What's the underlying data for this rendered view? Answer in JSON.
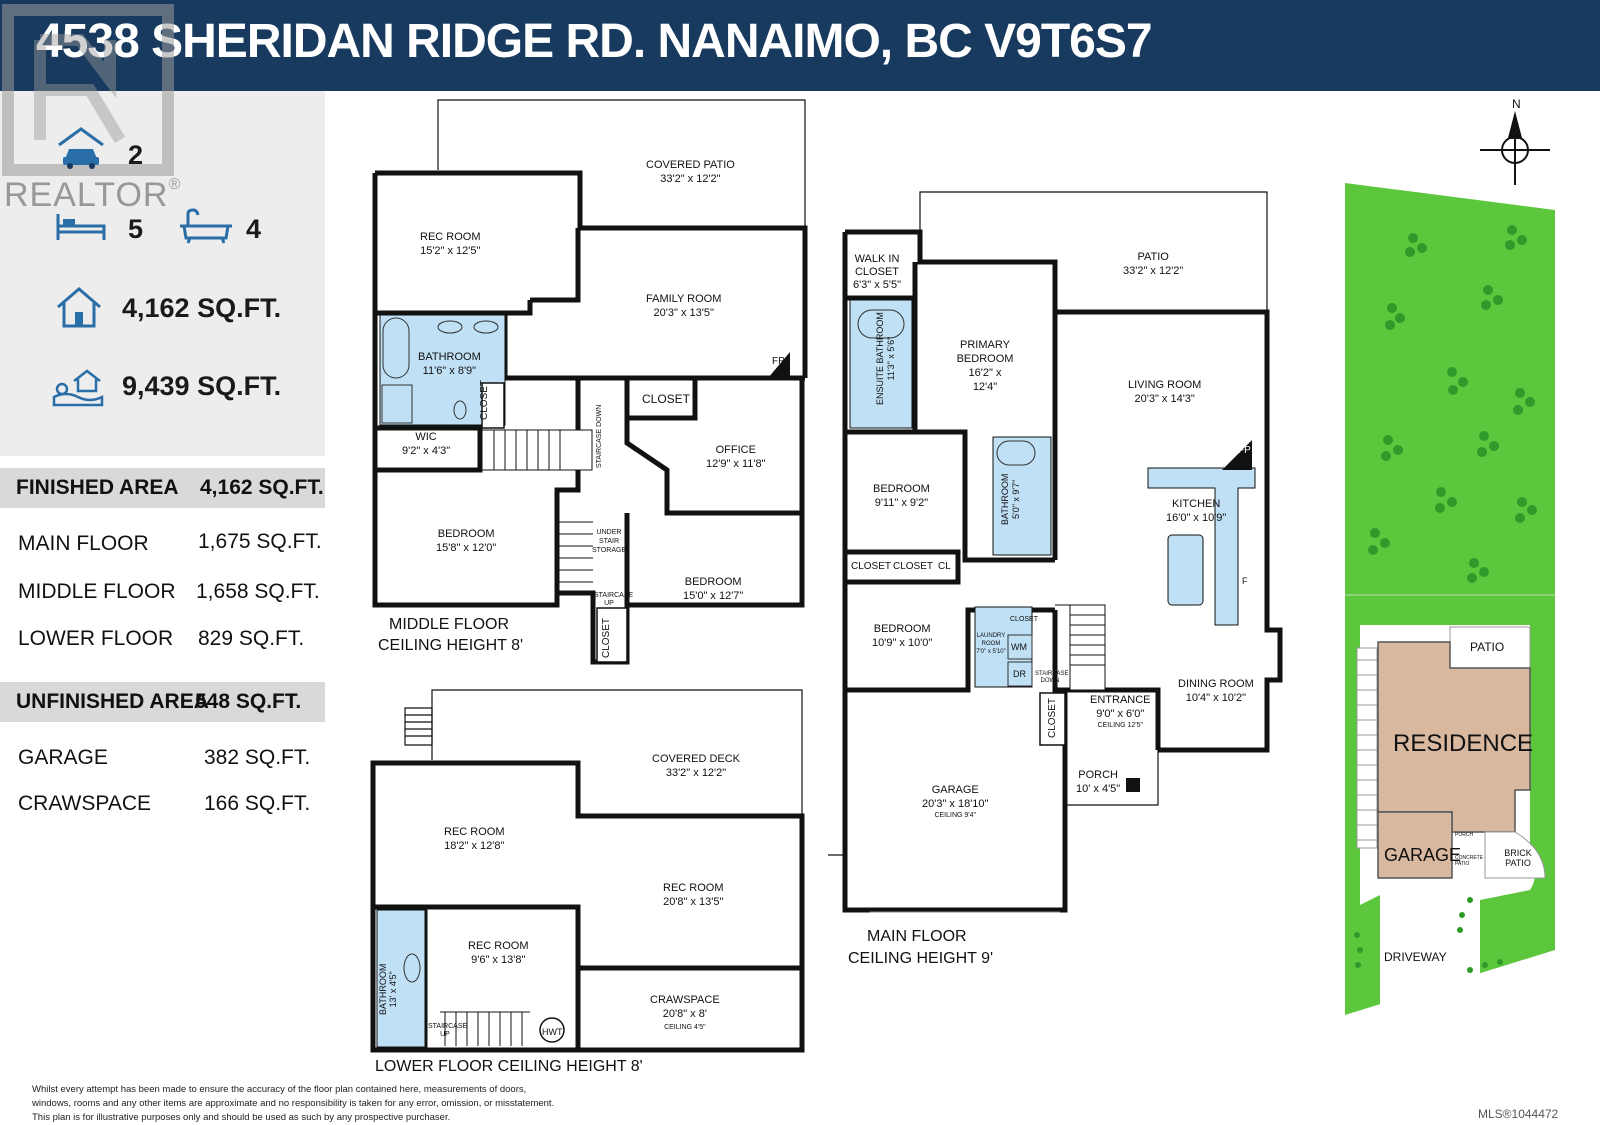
{
  "header": {
    "title": "4538 SHERIDAN RIDGE RD. NANAIMO, BC V9T6S7"
  },
  "watermark": {
    "text": "REALTOR",
    "registered": "®"
  },
  "stats": {
    "garage_count": "2",
    "bedrooms": "5",
    "bathrooms": "4",
    "house_area": "4,162 SQ.FT.",
    "lot_area": "9,439 SQ.FT."
  },
  "finished_area": {
    "label": "FINISHED AREA",
    "value": "4,162 SQ.FT.",
    "rows": [
      {
        "label": "MAIN FLOOR",
        "value": "1,675 SQ.FT."
      },
      {
        "label": "MIDDLE FLOOR",
        "value": "1,658 SQ.FT."
      },
      {
        "label": "LOWER FLOOR",
        "value": "829 SQ.FT."
      }
    ]
  },
  "unfinished_area": {
    "label": "UNFINISHED AREA",
    "value": "548 SQ.FT.",
    "rows": [
      {
        "label": "GARAGE",
        "value": "382 SQ.FT."
      },
      {
        "label": "CRAWSPACE",
        "value": "166 SQ.FT."
      }
    ]
  },
  "middle_floor": {
    "caption_1": "MIDDLE FLOOR",
    "caption_2": "CEILING HEIGHT 8'",
    "rooms": [
      {
        "name": "COVERED PATIO",
        "dim": "33'2\" x 12'2\""
      },
      {
        "name": "REC ROOM",
        "dim": "15'2\" x 12'5\""
      },
      {
        "name": "FAMILY ROOM",
        "dim": "20'3\" x 13'5\""
      },
      {
        "name": "BATHROOM",
        "dim": "11'6\" x 8'9\""
      },
      {
        "name": "CLOSET",
        "dim": ""
      },
      {
        "name": "CLOSET",
        "dim": ""
      },
      {
        "name": "WIC",
        "dim": "9'2\" x 4'3\""
      },
      {
        "name": "OFFICE",
        "dim": "12'9\" x 11'8\""
      },
      {
        "name": "BEDROOM",
        "dim": "15'8\" x 12'0\""
      },
      {
        "name": "BEDROOM",
        "dim": "15'0\" x 12'7\""
      },
      {
        "name": "CLOSET",
        "dim": ""
      }
    ],
    "small": {
      "fp": "FP",
      "staircase_down": "STAIRCASE DOWN",
      "under_stair": "UNDER STAIR STORAGE",
      "staircase_up": "STAIRCASE UP"
    }
  },
  "lower_floor": {
    "caption": "LOWER FLOOR  CEILING HEIGHT 8'",
    "rooms": [
      {
        "name": "COVERED DECK",
        "dim": "33'2\" x 12'2\""
      },
      {
        "name": "REC ROOM",
        "dim": "18'2\" x 12'8\""
      },
      {
        "name": "REC ROOM",
        "dim": "20'8\" x 13'5\""
      },
      {
        "name": "REC ROOM",
        "dim": "9'6\" x 13'8\""
      },
      {
        "name": "CRAWSPACE",
        "dim": "20'8\" x 8'"
      }
    ],
    "small": {
      "crawl_ceiling": "CEILING 4'5\"",
      "bathroom": "BATHROOM",
      "bath_dim": "13' x 4'5\"",
      "staircase_up": "STAIRCASE UP",
      "hwt": "HWT"
    }
  },
  "main_floor": {
    "caption_1": "MAIN FLOOR",
    "caption_2": "CEILING HEIGHT 9'",
    "rooms": [
      {
        "name": "PATIO",
        "dim": "33'2\" x 12'2\""
      },
      {
        "name": "WALK IN CLOSET",
        "dim": "6'3\" x 5'5\""
      },
      {
        "name": "PRIMARY BEDROOM",
        "dim": "16'2\" x 12'4\""
      },
      {
        "name": "LIVING ROOM",
        "dim": "20'3\" x 14'3\""
      },
      {
        "name": "BEDROOM",
        "dim": "9'11\" x 9'2\""
      },
      {
        "name": "KITCHEN",
        "dim": "16'0\" x 10'9\""
      },
      {
        "name": "BEDROOM",
        "dim": "10'9\" x 10'0\""
      },
      {
        "name": "DINING ROOM",
        "dim": "10'4\" x 10'2\""
      },
      {
        "name": "ENTRANCE",
        "dim": "9'0\" x 6'0\""
      },
      {
        "name": "PORCH",
        "dim": "10' x 4'5\""
      },
      {
        "name": "GARAGE",
        "dim": "20'3\" x 18'10\""
      }
    ],
    "small": {
      "ensuite": "ENSUITE BATHROOM",
      "ensuite_dim": "11'3\" x 5'6\"",
      "bathroom": "BATHROOM",
      "bathroom_dim": "5'0\" x 9'7\"",
      "fp": "FP",
      "closet": "CLOSET",
      "cl": "CL",
      "closet_laundry": "CLOSET",
      "laundry": "LAUNDRY ROOM",
      "laundry_dim": "7'0\" x 5'10\"",
      "wm": "WM",
      "dr": "DR",
      "staircase_down": "STAIRCASE DOWN",
      "entrance_ceiling": "CEILING 12'5\"",
      "garage_ceiling": "CEILING 9'4\"",
      "closet_entry": "CLOSET",
      "fridge": "F"
    }
  },
  "site_plan": {
    "north": "N",
    "residence": "RESIDENCE",
    "garage": "GARAGE",
    "patio": "PATIO",
    "porch": "PORCH",
    "concrete_patio": "CONCRETE PATIO",
    "brick_patio": "BRICK PATIO",
    "driveway": "DRIVEWAY",
    "colors": {
      "lawn": "#5cc63d",
      "house": "#d9b8a0",
      "tree": "#2f9a2a"
    }
  },
  "disclaimer": {
    "line1": "Whilst every attempt has been made to ensure the accuracy of the floor plan contained here, measurements of doors,",
    "line2": "windows, rooms and any other items are approximate and no responsibility is taken for any error, omission, or misstatement.",
    "line3": "This plan is for illustrative purposes only and should be used as such by any prospective purchaser."
  },
  "mls": "MLS®1044472",
  "colors": {
    "header": "#173a5e",
    "bath_blue": "#bfe0f5",
    "wall": "#111111"
  }
}
